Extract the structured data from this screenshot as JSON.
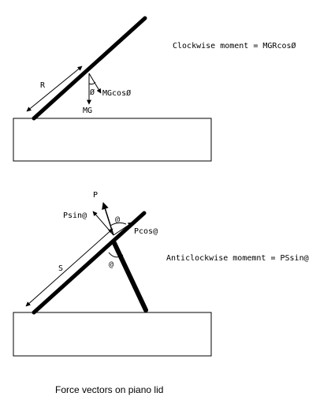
{
  "top_figure": {
    "equation": "Clockwise moment = MGRcosØ",
    "label_r": "R",
    "label_angle": "Ø",
    "label_mg": "MG",
    "label_mgcos": "MGcosØ"
  },
  "bottom_figure": {
    "equation": "Anticlockwise momemnt = PSsin@",
    "label_s": "S",
    "label_p": "P",
    "label_psin": "Psin@",
    "label_pcos": "Pcos@",
    "label_angle_top": "@",
    "label_angle_lower": "@"
  },
  "caption": "Force vectors on piano lid"
}
